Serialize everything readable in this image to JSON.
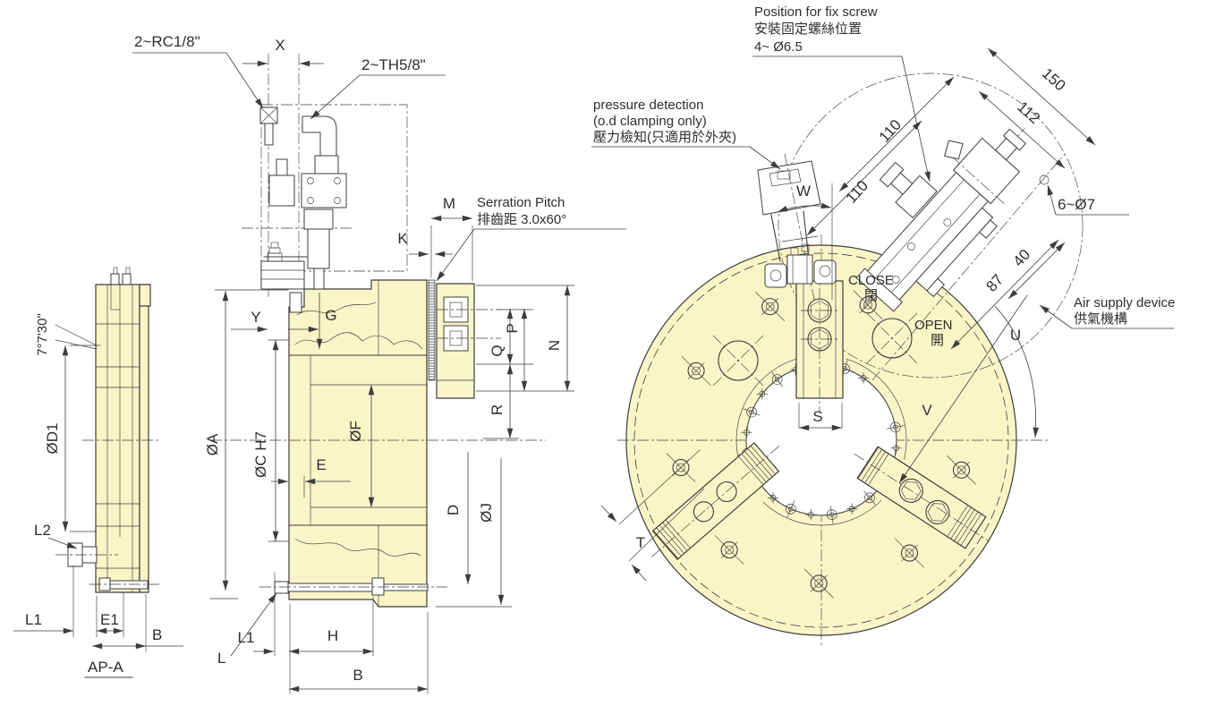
{
  "colors": {
    "body_fill": "#F9F5C7",
    "line": "#3d3d3d",
    "text": "#2e2e2e"
  },
  "side_view": {
    "taper_angle": "7°7'30\"",
    "dia_d1": "ØD1",
    "l2": "L2",
    "l1": "L1",
    "e1": "E1",
    "b": "B",
    "title": "AP-A"
  },
  "section_view": {
    "rc_ports": "2~RC1/8\"",
    "dim_x": "X",
    "th_ports": "2~TH5/8\"",
    "dim_m": "M",
    "dim_k": "K",
    "serration_en": "Serration Pitch",
    "serration_zh": "排齒距 3.0x60°",
    "dim_y": "Y",
    "dim_g": "G",
    "dia_a": "ØA",
    "dia_c": "ØC H7",
    "dim_e": "E",
    "dia_f": "ØF",
    "dim_q": "Q",
    "dim_p": "P",
    "dim_n": "N",
    "dim_r": "R",
    "dim_d": "D",
    "dia_j": "ØJ",
    "dim_l": "L",
    "dim_l1": "L1",
    "dim_h": "H",
    "dim_b": "B"
  },
  "front_view": {
    "pressure_note_1": "pressure detection",
    "pressure_note_2": "(o.d clamping only)",
    "pressure_note_3": "壓力檢知(只適用於外夾)",
    "fix_note_1": "Position for fix screw",
    "fix_note_2": "安裝固定螺絲位置",
    "fix_note_3": "4~ Ø6.5",
    "dim_150": "150",
    "dim_112": "112",
    "dim_110_a": "110",
    "dim_110_b": "110",
    "dim_87": "87",
    "dim_40": "40",
    "holes_note": "6~Ø7",
    "air_note_1": "Air supply device",
    "air_note_2": "供氣機構",
    "close_en": "CLOSE",
    "close_zh": "閉",
    "open_en": "OPEN",
    "open_zh": "開",
    "dim_w": "W",
    "dim_u": "U",
    "dim_v": "V",
    "dim_s": "S",
    "dim_t": "T"
  }
}
